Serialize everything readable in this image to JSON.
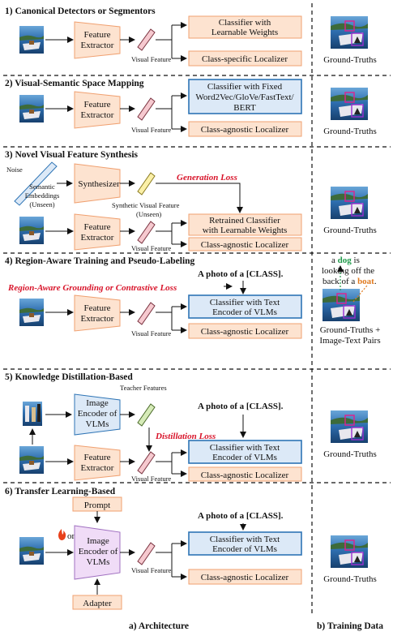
{
  "sections": [
    {
      "title": "1) Canonical Detectors or Segmentors",
      "classifier": [
        "Classifier with",
        "Learnable Weights"
      ],
      "localizer": "Class-specific Localizer",
      "extractor": [
        "Feature",
        "Extractor"
      ],
      "visual_feature": "Visual Feature",
      "training": [
        "Ground-Truths"
      ]
    },
    {
      "title": "2) Visual-Semantic Space Mapping",
      "classifier": [
        "Classifier with Fixed",
        "Word2Vec/GloVe/FastText/",
        "BERT"
      ],
      "localizer": "Class-agnostic Localizer",
      "extractor": [
        "Feature",
        "Extractor"
      ],
      "visual_feature": "Visual Feature",
      "training": [
        "Ground-Truths"
      ]
    },
    {
      "title": "3) Novel Visual Feature Synthesis",
      "noise": "Noise",
      "semantic": [
        "Semantic",
        "Embeddings",
        "(Unseen)"
      ],
      "synthesizer": "Synthesizer",
      "synthetic": [
        "Synthetic Visual Feature",
        "(Unseen)"
      ],
      "loss": "Generation Loss",
      "classifier": [
        "Retrained Classifier",
        "with Learnable Weights"
      ],
      "localizer": "Class-agnostic Localizer",
      "extractor": [
        "Feature",
        "Extractor"
      ],
      "visual_feature": "Visual Feature",
      "training": [
        "Ground-Truths"
      ]
    },
    {
      "title": "4) Region-Aware Training and Pseudo-Labeling",
      "prompt": "A photo of a [CLASS].",
      "loss": "Region-Aware Grounding or Contrastive Loss",
      "classifier": [
        "Classifier with Text",
        "Encoder of VLMs"
      ],
      "localizer": "Class-agnostic Localizer",
      "extractor": [
        "Feature",
        "Extractor"
      ],
      "visual_feature": "Visual Feature",
      "caption": [
        "a",
        "dog",
        "is",
        "looking off the",
        "back of a",
        "boat",
        "."
      ],
      "training": [
        "Ground-Truths +",
        "Image-Text Pairs"
      ]
    },
    {
      "title": "5) Knowledge Distillation-Based",
      "encoder": [
        "Image",
        "Encoder of",
        "VLMs"
      ],
      "teacher": "Teacher Features",
      "prompt": "A photo of a [CLASS].",
      "loss": "Distillation Loss",
      "classifier": [
        "Classifier with Text",
        "Encoder of VLMs"
      ],
      "localizer": "Class-agnostic Localizer",
      "extractor": [
        "Feature",
        "Extractor"
      ],
      "visual_feature": "Visual Feature",
      "training": [
        "Ground-Truths"
      ]
    },
    {
      "title": "6) Transfer Learning-Based",
      "prompt_box": "Prompt",
      "adapter": "Adapter",
      "or": "or",
      "encoder": [
        "Image",
        "Encoder of",
        "VLMs"
      ],
      "prompt": "A photo of a [CLASS].",
      "classifier": [
        "Classifier with Text",
        "Encoder of VLMs"
      ],
      "localizer": "Class-agnostic Localizer",
      "visual_feature": "Visual Feature",
      "training": [
        "Ground-Truths"
      ]
    }
  ],
  "footer": {
    "architecture": "a) Architecture",
    "training_data": "b) Training Data"
  },
  "colors": {
    "orange_fill": "#fde3d0",
    "orange_stroke": "#f0a070",
    "blue_fill": "#dce9f7",
    "blue_stroke": "#2e74b5",
    "purple_fill": "#f0dcf7",
    "loss_red": "#d8142a"
  }
}
